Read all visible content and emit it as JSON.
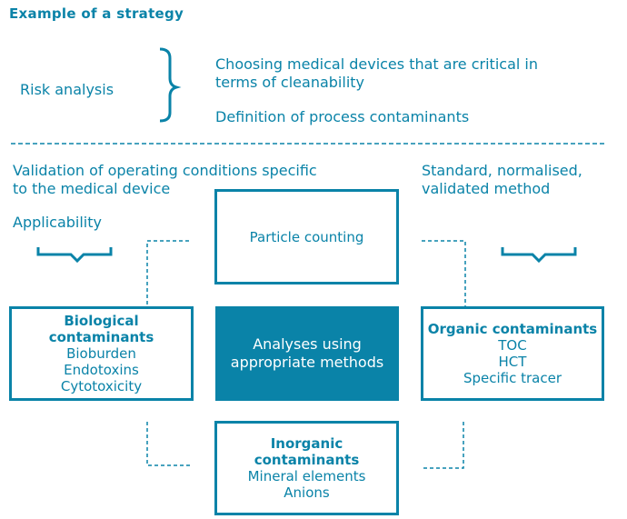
{
  "title": "Example of a strategy",
  "risk": {
    "label": "Risk analysis",
    "items": [
      "Choosing medical devices that are critical in",
      "terms of cleanability",
      "Definition of process contaminants"
    ]
  },
  "left_header": {
    "lines": [
      "Validation of operating conditions specific",
      "to the medical device"
    ],
    "sub": "Applicability"
  },
  "right_header": {
    "lines": [
      "Standard, normalised,",
      "validated method"
    ]
  },
  "boxes": {
    "particle": "Particle counting",
    "center": [
      "Analyses using",
      "appropriate methods"
    ],
    "biological": {
      "head": "Biological contaminants",
      "items": [
        "Bioburden",
        "Endotoxins",
        "Cytotoxicity"
      ]
    },
    "organic": {
      "head": "Organic contaminants",
      "items": [
        "TOC",
        "HCT",
        "Specific tracer"
      ]
    },
    "inorganic": {
      "head": "Inorganic contaminants",
      "items": [
        "Mineral elements",
        "Anions"
      ]
    }
  },
  "colors": {
    "accent": "#0a83a8"
  }
}
